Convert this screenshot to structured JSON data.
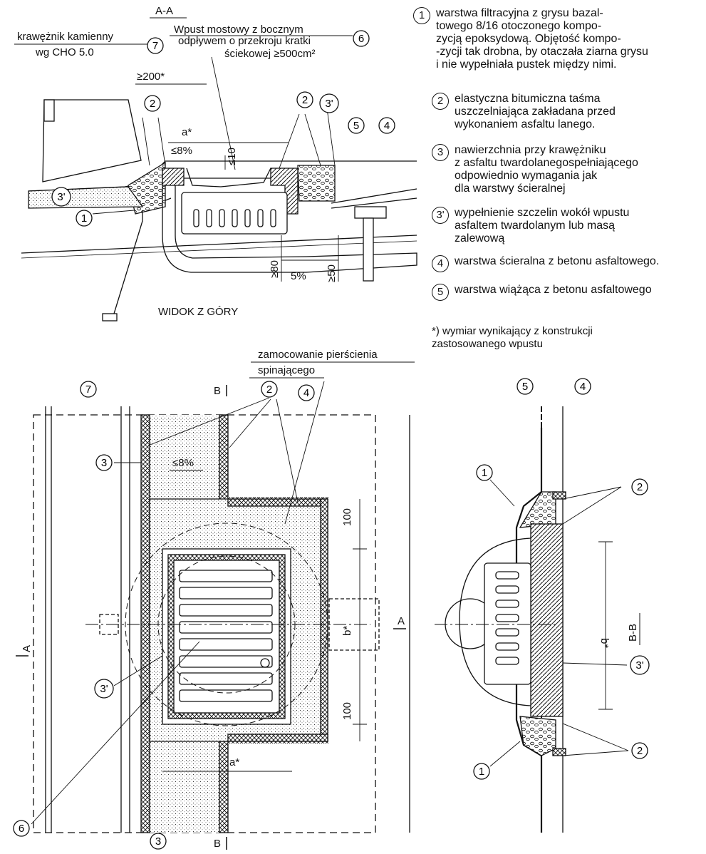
{
  "section_aa": {
    "title": "A-A",
    "curb_label": "krawężnik kamienny",
    "curb_ref": "wg CHO 5.0",
    "curb_num": "7",
    "inlet_label_1": "Wpust mostowy z bocznym",
    "inlet_label_2": "odpływem o przekroju kratki",
    "inlet_label_3": "ściekowej ≥500cm²",
    "inlet_num": "6",
    "dim_200": "≥200*",
    "dim_a": "a*",
    "slope_8": "≤8%",
    "dim_10": "≤10",
    "dim_80": "≥80",
    "slope_5": "5%",
    "dim_50": "≥50",
    "callouts": [
      "2",
      "2",
      "3'",
      "5",
      "4",
      "3'",
      "1"
    ]
  },
  "legend": [
    {
      "num": "1",
      "text": "warstwa filtracyjna z grysu bazal-\ntowego 8/16 otoczonego kompo-\nzycją epoksydową. Objętość kompo-\n-zycji tak drobna, by otaczała ziarna grysu\ni nie wypełniała pustek między nimi."
    },
    {
      "num": "2",
      "text": "elastyczna bitumiczna taśma\nuszczelniająca zakładana przed\nwykonaniem asfaltu lanego."
    },
    {
      "num": "3",
      "text": "nawierzchnia przy krawężniku\nz asfaltu twardolanegospełniającego\nodpowiednio wymagania jak\ndla warstwy ścieralnej"
    },
    {
      "num": "3'",
      "text": "wypełnienie szczelin wokół wpustu\nasfaltem twardolanym lub masą\nzalewową"
    },
    {
      "num": "4",
      "text": "warstwa ścieralna z betonu asfaltowego."
    },
    {
      "num": "5",
      "text": "warstwa wiążąca z betonu asfaltowego"
    }
  ],
  "footnote": "*) wymiar wynikający z konstrukcji\nzastosowanego wpustu",
  "plan": {
    "title": "WIDOK Z GÓRY",
    "ring_label_1": "zamocowanie pierścienia",
    "ring_label_2": "spinającego",
    "section_b_top": "B",
    "section_b_bottom": "B",
    "section_a": "A",
    "slope_8": "≤8%",
    "dim_100_top": "100",
    "dim_100_bottom": "100",
    "dim_b": "b*",
    "dim_a": "a*",
    "callouts": {
      "c7": "7",
      "c2": "2",
      "c4": "4",
      "c3": "3",
      "c3p": "3'",
      "c6": "6",
      "c3b": "3"
    }
  },
  "section_bb": {
    "title": "B-B",
    "section_a": "A",
    "dim_b": "b*",
    "callouts": {
      "c5": "5",
      "c4": "4",
      "c1": "1",
      "c2": "2",
      "c3p": "3'",
      "c1b": "1",
      "c2b": "2"
    }
  }
}
